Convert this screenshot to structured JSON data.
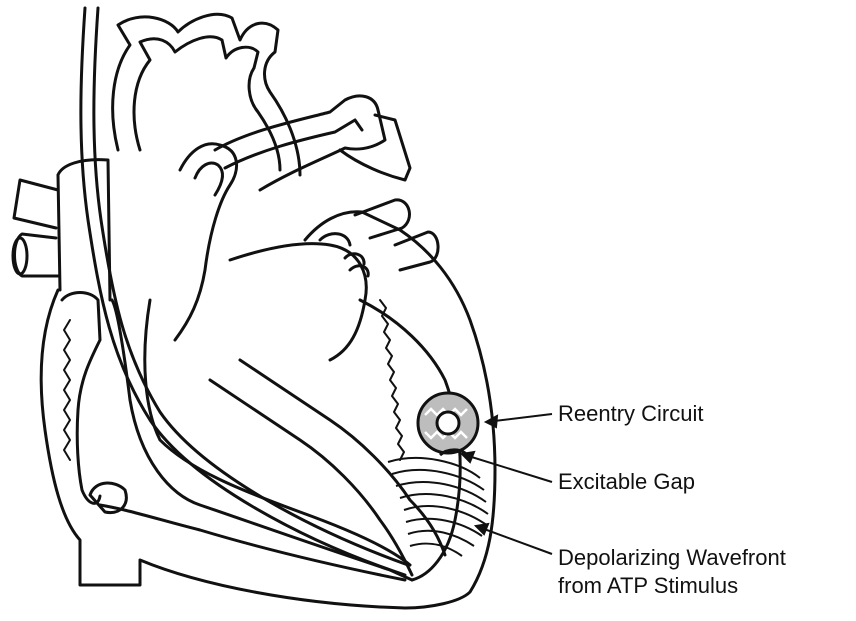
{
  "labels": {
    "reentry_circuit": "Reentry Circuit",
    "excitable_gap": "Excitable Gap",
    "wavefront_line1": "Depolarizing Wavefront",
    "wavefront_line2": "from ATP Stimulus"
  },
  "colors": {
    "ink": "#111111",
    "background": "#ffffff",
    "reentry_fill": "#bdbdbd"
  }
}
